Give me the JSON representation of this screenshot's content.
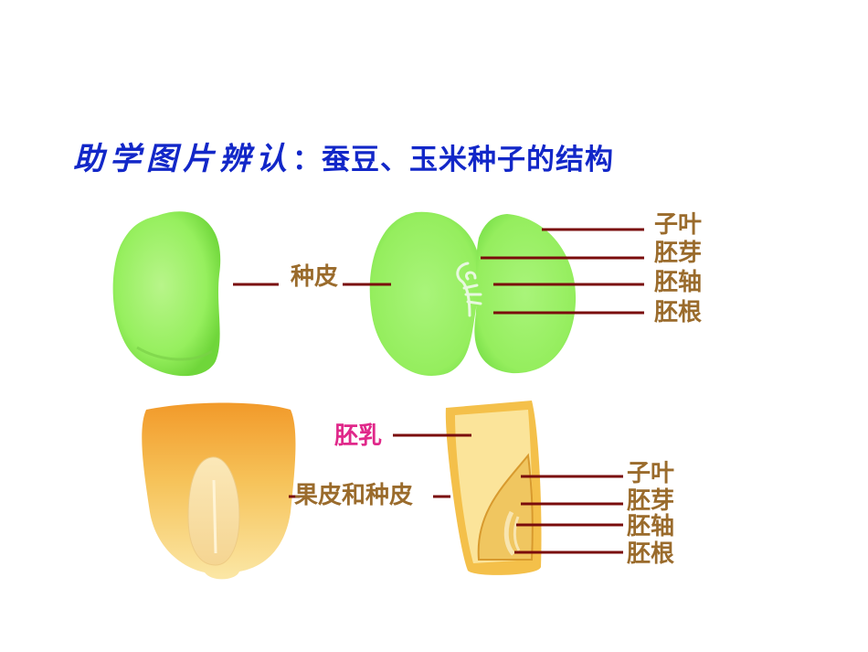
{
  "title": {
    "lead": "助学图片辨认",
    "colon": "：",
    "rest": "蚕豆、玉米种子的结构"
  },
  "bean": {
    "seed_coat": "种皮",
    "parts": [
      "子叶",
      "胚芽",
      "胚轴",
      "胚根"
    ]
  },
  "corn": {
    "endosperm": "胚乳",
    "pericarp_seed_coat": "果皮和种皮",
    "parts": [
      "子叶",
      "胚芽",
      "胚轴",
      "胚根"
    ]
  },
  "colors": {
    "title": "#1227c8",
    "label": "#9a6b2c",
    "endosperm_label": "#e0288a",
    "leader_line": "#7a0c0c",
    "bean": "#9cf06a",
    "corn": "#f2b84a"
  }
}
